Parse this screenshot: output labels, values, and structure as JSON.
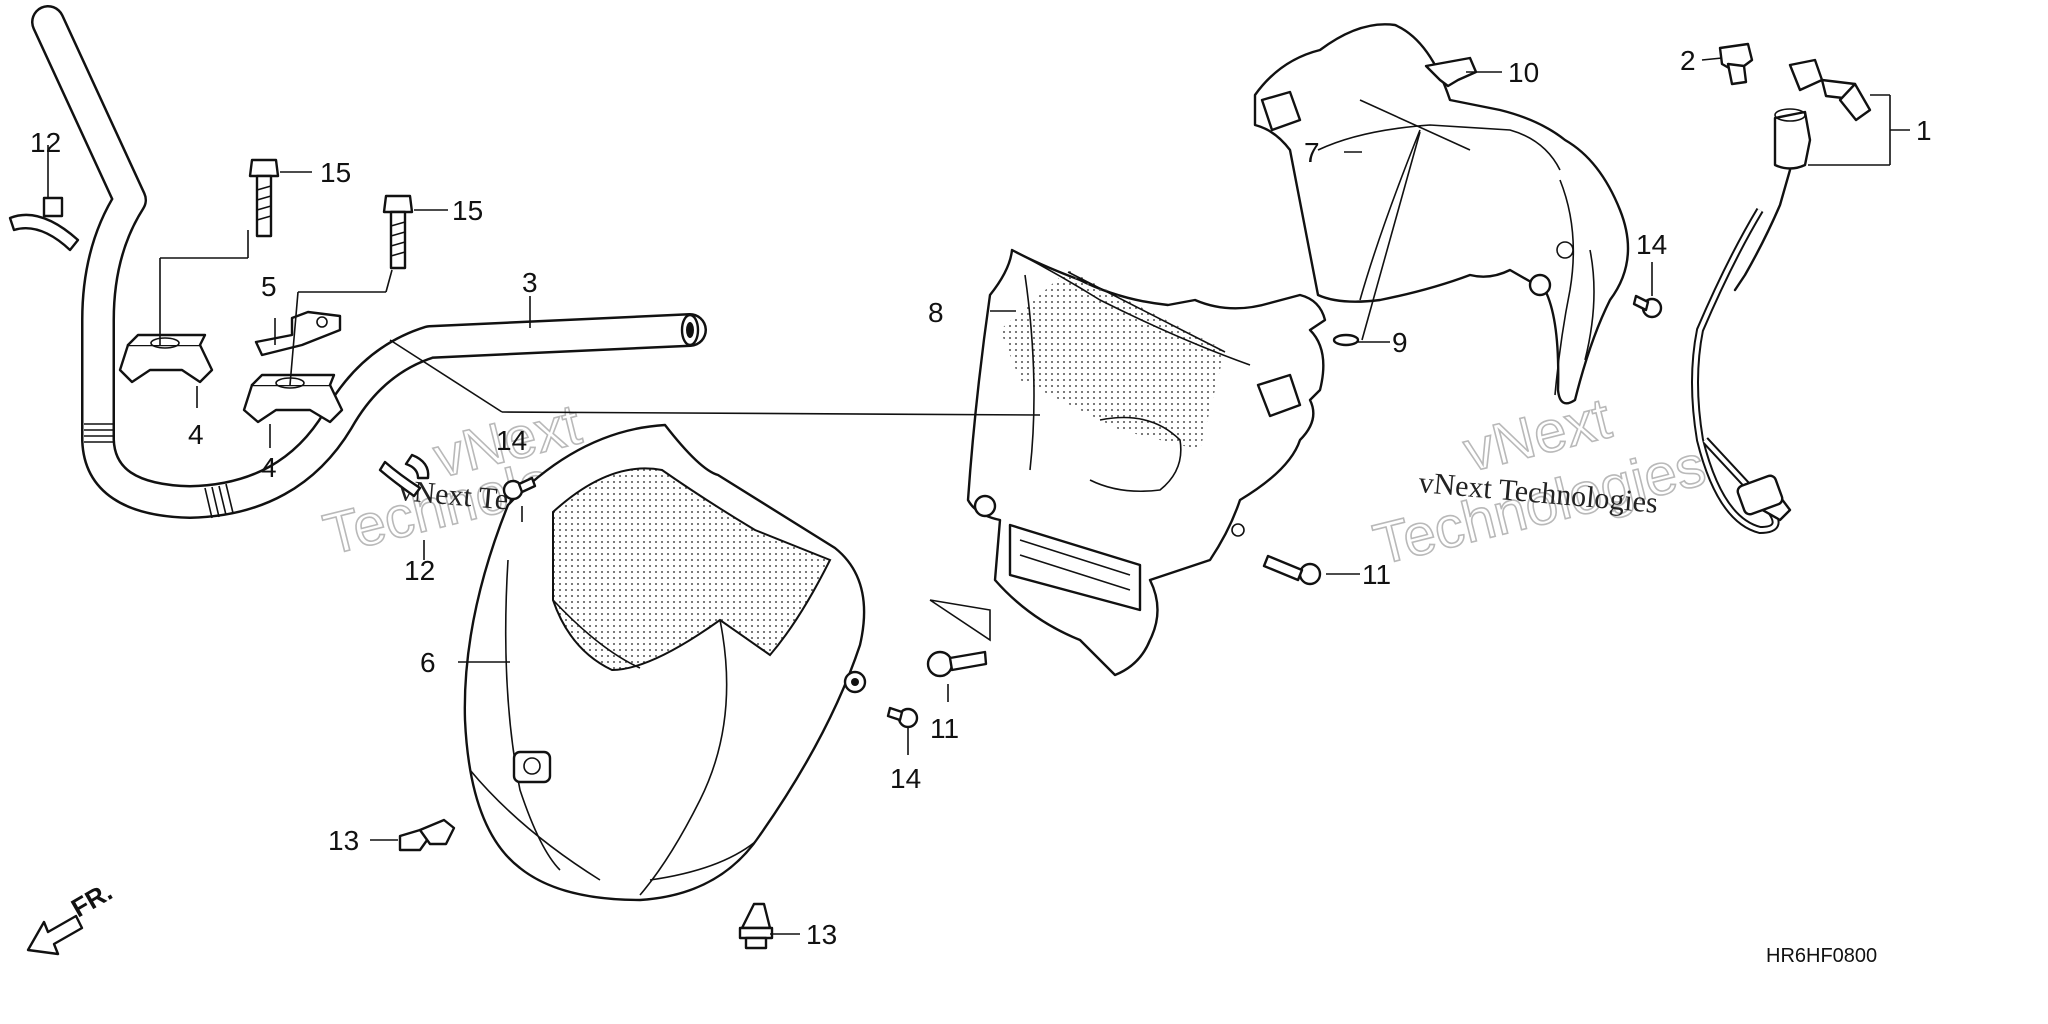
{
  "diagram_code": "HR6HF0800",
  "direction_label": "FR.",
  "watermarks": {
    "brand_line1": "vNext",
    "brand_line2": "Technologies",
    "brand_inline": "vNext Technologies"
  },
  "callouts": {
    "c1": "1",
    "c2": "2",
    "c3": "3",
    "c4a": "4",
    "c4b": "4",
    "c5": "5",
    "c6": "6",
    "c7": "7",
    "c8": "8",
    "c9": "9",
    "c10": "10",
    "c11a": "11",
    "c11b": "11",
    "c12a": "12",
    "c12b": "12",
    "c13a": "13",
    "c13b": "13",
    "c14a": "14",
    "c14b": "14",
    "c14c": "14",
    "c15a": "15",
    "c15b": "15"
  },
  "colors": {
    "line": "#111111",
    "watermark": "#b9b9b9",
    "background": "#ffffff"
  }
}
